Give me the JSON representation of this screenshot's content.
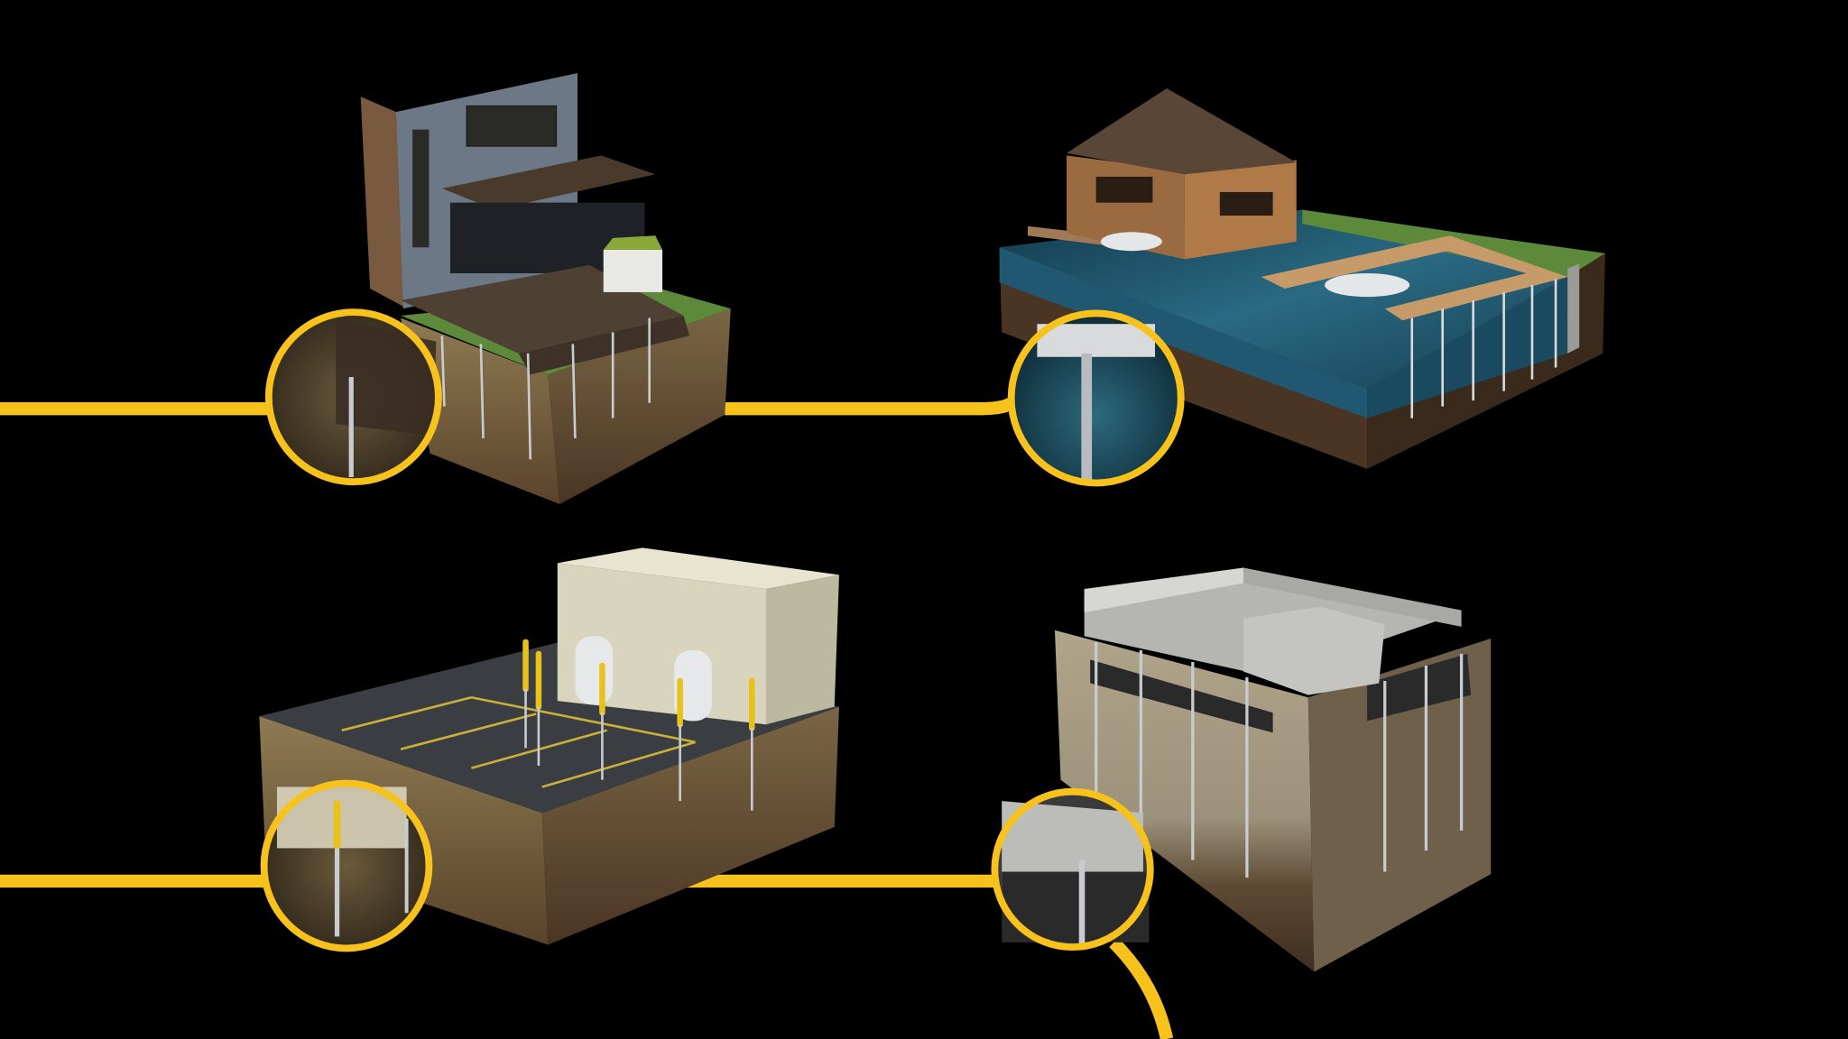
{
  "colors": {
    "background": "#000000",
    "connector": "#f7c21c",
    "soil_light": "#8a7550",
    "soil_dark": "#4a3524",
    "water": "#1d4a5e",
    "asphalt": "#3a3d42",
    "concrete": "#c9c9c6",
    "grass": "#5d8a3a",
    "wood": "#8a5a34",
    "brick_gray": "#6c7885",
    "roof": "#5a4637",
    "siding": "#d9d4bd",
    "pile": "#c8ccd0",
    "post_yellow": "#e8c21a"
  },
  "scenes": [
    {
      "icon": "residential-deck-foundation-illustration"
    },
    {
      "icon": "marina-boathouse-dock-illustration"
    },
    {
      "icon": "parking-lot-bollard-illustration"
    },
    {
      "icon": "concrete-foundation-helical-pile-illustration"
    }
  ]
}
